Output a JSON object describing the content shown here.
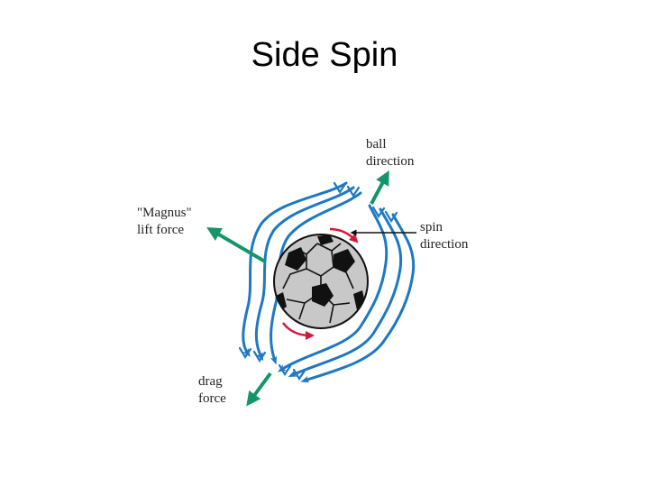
{
  "slide": {
    "title": "Side Spin"
  },
  "diagram": {
    "labels": {
      "ball_direction": [
        "ball",
        "direction"
      ],
      "magnus": [
        "\"Magnus\"",
        "lift force"
      ],
      "spin_direction": [
        "spin",
        "direction"
      ],
      "drag": [
        "drag",
        "force"
      ]
    },
    "colors": {
      "flow": "#1f78c1",
      "force_arrow": "#15966a",
      "spin_arrow": "#d11a3a",
      "ball_fill": "#c8c8c8",
      "panel": "#111111"
    }
  }
}
